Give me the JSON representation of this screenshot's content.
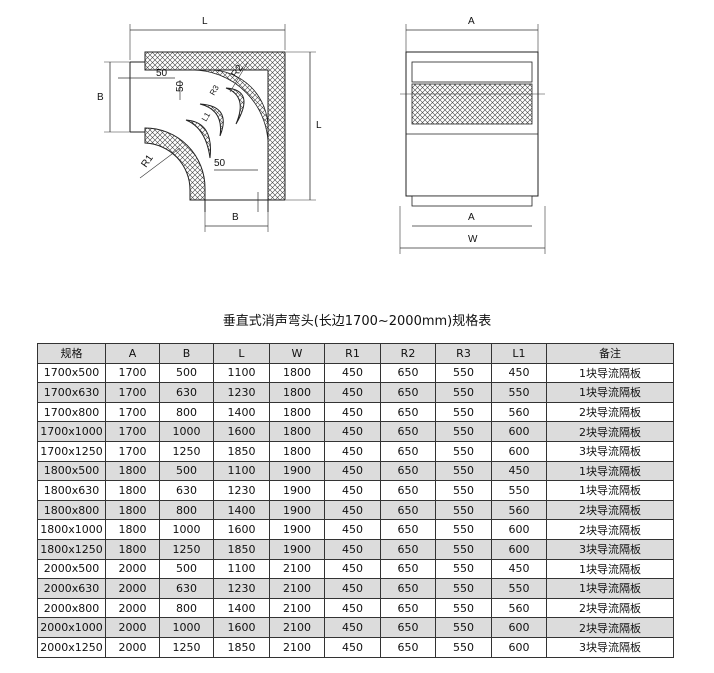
{
  "drawing": {
    "left_view": {
      "dim_L": "L",
      "dim_B_left": "B",
      "dim_B_bottom": "B",
      "dim_50_top": "50",
      "dim_50_side": "50",
      "dim_50_bottom": "50",
      "label_R1": "R1",
      "label_R2": "R2",
      "label_R3": "R3",
      "label_L1": "L1",
      "dim_L_right": "L"
    },
    "right_view": {
      "dim_A_top": "A",
      "dim_A_bottom": "A",
      "dim_W": "W"
    }
  },
  "table": {
    "title": "垂直式消声弯头(长边1700~2000mm)规格表",
    "headers": [
      "规格",
      "A",
      "B",
      "L",
      "W",
      "R1",
      "R2",
      "R3",
      "L1",
      "备注"
    ],
    "rows": [
      [
        "1700x500",
        "1700",
        "500",
        "1100",
        "1800",
        "450",
        "650",
        "550",
        "450",
        "1块导流隔板"
      ],
      [
        "1700x630",
        "1700",
        "630",
        "1230",
        "1800",
        "450",
        "650",
        "550",
        "550",
        "1块导流隔板"
      ],
      [
        "1700x800",
        "1700",
        "800",
        "1400",
        "1800",
        "450",
        "650",
        "550",
        "560",
        "2块导流隔板"
      ],
      [
        "1700x1000",
        "1700",
        "1000",
        "1600",
        "1800",
        "450",
        "650",
        "550",
        "600",
        "2块导流隔板"
      ],
      [
        "1700x1250",
        "1700",
        "1250",
        "1850",
        "1800",
        "450",
        "650",
        "550",
        "600",
        "3块导流隔板"
      ],
      [
        "1800x500",
        "1800",
        "500",
        "1100",
        "1900",
        "450",
        "650",
        "550",
        "450",
        "1块导流隔板"
      ],
      [
        "1800x630",
        "1800",
        "630",
        "1230",
        "1900",
        "450",
        "650",
        "550",
        "550",
        "1块导流隔板"
      ],
      [
        "1800x800",
        "1800",
        "800",
        "1400",
        "1900",
        "450",
        "650",
        "550",
        "560",
        "2块导流隔板"
      ],
      [
        "1800x1000",
        "1800",
        "1000",
        "1600",
        "1900",
        "450",
        "650",
        "550",
        "600",
        "2块导流隔板"
      ],
      [
        "1800x1250",
        "1800",
        "1250",
        "1850",
        "1900",
        "450",
        "650",
        "550",
        "600",
        "3块导流隔板"
      ],
      [
        "2000x500",
        "2000",
        "500",
        "1100",
        "2100",
        "450",
        "650",
        "550",
        "450",
        "1块导流隔板"
      ],
      [
        "2000x630",
        "2000",
        "630",
        "1230",
        "2100",
        "450",
        "650",
        "550",
        "550",
        "1块导流隔板"
      ],
      [
        "2000x800",
        "2000",
        "800",
        "1400",
        "2100",
        "450",
        "650",
        "550",
        "560",
        "2块导流隔板"
      ],
      [
        "2000x1000",
        "2000",
        "1000",
        "1600",
        "2100",
        "450",
        "650",
        "550",
        "600",
        "2块导流隔板"
      ],
      [
        "2000x1250",
        "2000",
        "1250",
        "1850",
        "2100",
        "450",
        "650",
        "550",
        "600",
        "3块导流隔板"
      ]
    ]
  }
}
